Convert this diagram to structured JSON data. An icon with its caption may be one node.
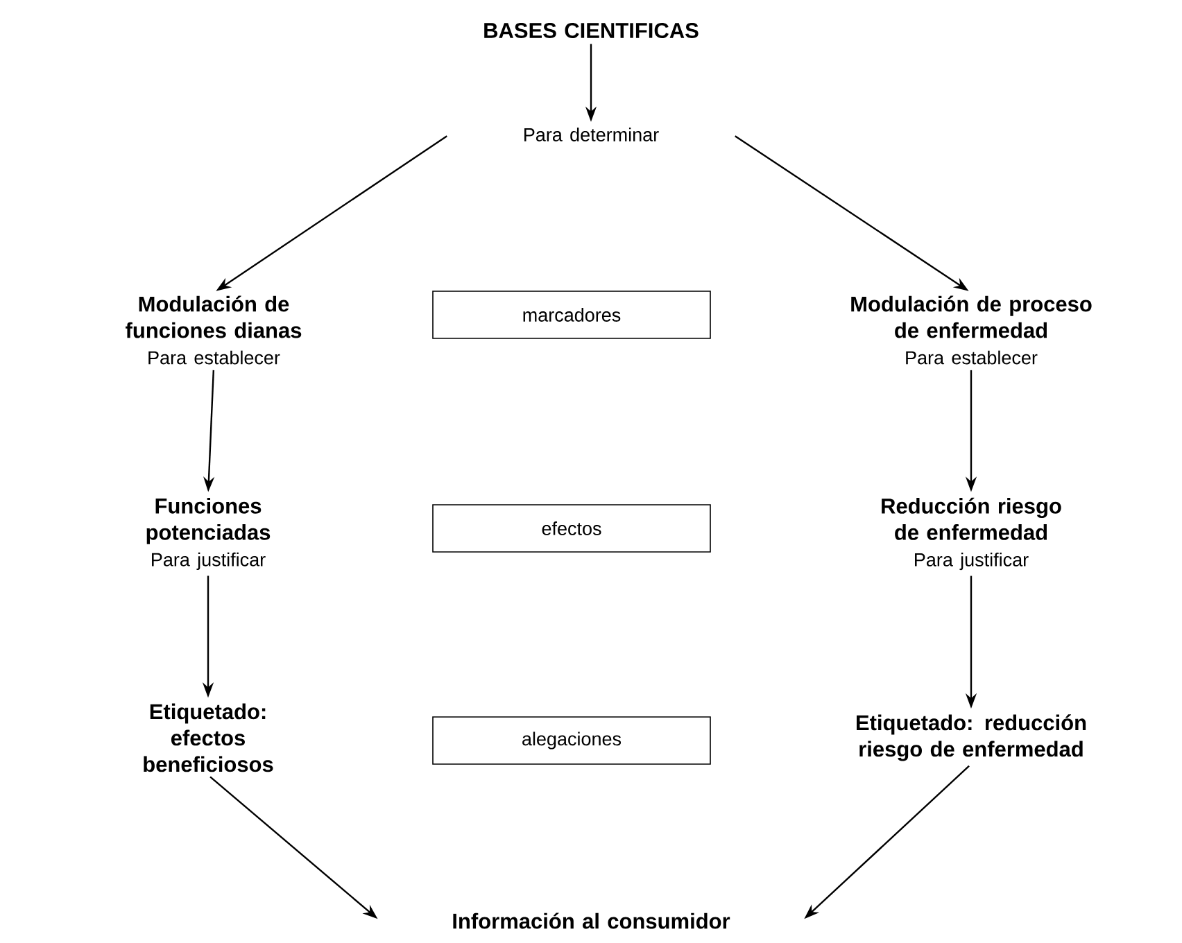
{
  "diagram": {
    "nodes": [
      {
        "text": [
          "BASES CIENTIFICAS"
        ]
      },
      {
        "text": [
          "Para determinar"
        ]
      },
      {
        "text": [
          "Modulación de funciones dianas",
          "Para establecer"
        ]
      },
      {
        "text": [
          "marcadores"
        ]
      },
      {
        "text": [
          "Modulación de proceso de enfermedad",
          "Para establecer"
        ]
      },
      {
        "text": [
          "Funciones potenciadas",
          "Para justificar"
        ]
      },
      {
        "text": [
          "efectos"
        ]
      },
      {
        "text": [
          "Reducción riesgo de enfermedad",
          "Para justificar"
        ]
      },
      {
        "text": [
          "Etiquetado: efectos beneficiosos"
        ]
      },
      {
        "text": [
          "alegaciones"
        ]
      },
      {
        "text": [
          "Etiquetado: reducción riesgo de enfermedad"
        ]
      },
      {
        "text": [
          "Información al consumidor"
        ]
      }
    ],
    "edges": [
      {
        "from": 0,
        "to": 1,
        "arrow": "to"
      },
      {
        "from": 1,
        "to": 2,
        "arrow": "to"
      },
      {
        "from": 1,
        "to": 4,
        "arrow": "to"
      },
      {
        "from": 2,
        "to": 5,
        "arrow": "to"
      },
      {
        "from": 4,
        "to": 7,
        "arrow": "to"
      },
      {
        "from": 5,
        "to": 8,
        "arrow": "to"
      },
      {
        "from": 7,
        "to": 10,
        "arrow": "to"
      },
      {
        "from": 8,
        "to": 11,
        "arrow": "to"
      },
      {
        "from": 10,
        "to": 11,
        "arrow": "to"
      }
    ]
  }
}
